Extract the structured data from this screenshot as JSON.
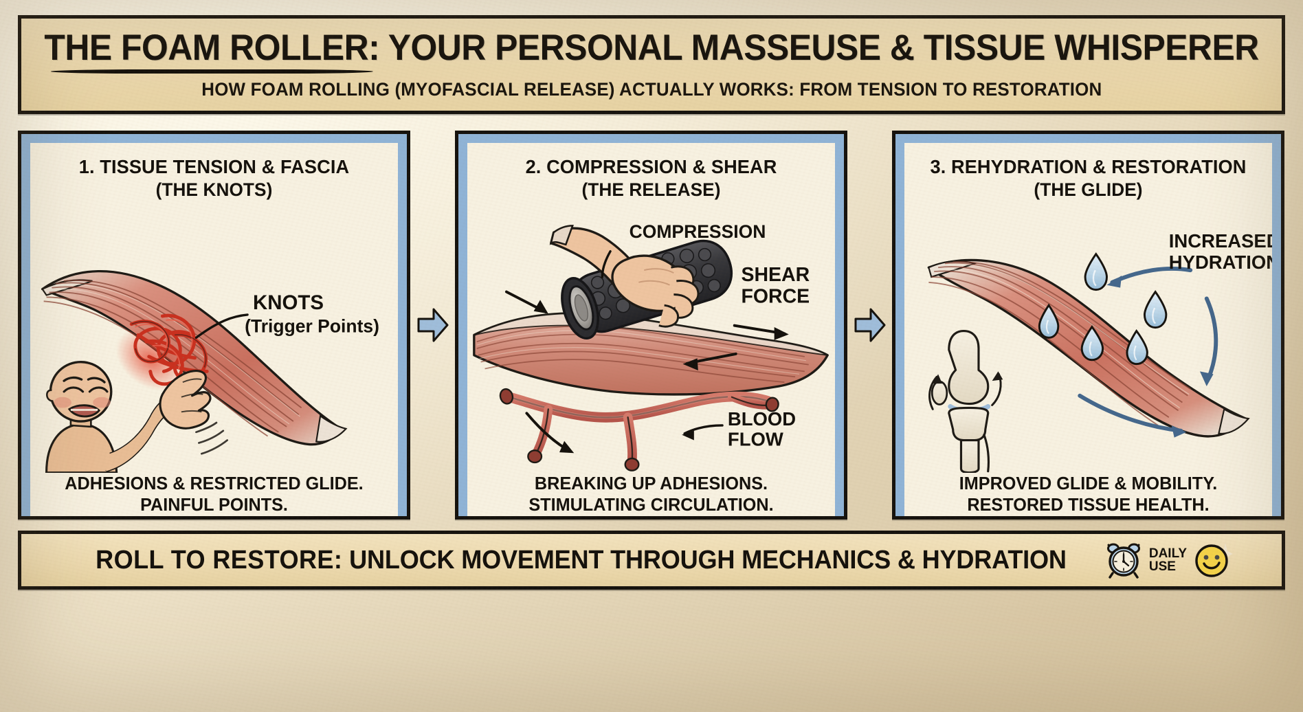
{
  "header": {
    "title_underlined": "THE FOAM ROLLER:",
    "title_rest": " YOUR PERSONAL MASSEUSE & TISSUE WHISPERER",
    "subtitle": "HOW FOAM ROLLING (MYOFASCIAL RELEASE) ACTUALLY WORKS: FROM TENSION TO RESTORATION"
  },
  "panels": [
    {
      "title": "1. TISSUE TENSION & FASCIA",
      "subtitle": "(THE KNOTS)",
      "annotations": {
        "knots": "KNOTS",
        "knots_sub": "(Trigger Points)"
      },
      "caption_line1": "ADHESIONS & RESTRICTED GLIDE.",
      "caption_line2": "PAINFUL POINTS."
    },
    {
      "title": "2. COMPRESSION & SHEAR",
      "subtitle": "(THE RELEASE)",
      "annotations": {
        "compression": "COMPRESSION",
        "shear_l1": "SHEAR",
        "shear_l2": "FORCE",
        "blood_l1": "BLOOD",
        "blood_l2": "FLOW"
      },
      "caption_line1": "BREAKING UP ADHESIONS.",
      "caption_line2": "STIMULATING CIRCULATION."
    },
    {
      "title": "3. REHYDRATION & RESTORATION",
      "subtitle": "(THE GLIDE)",
      "annotations": {
        "hydration_l1": "INCREASED",
        "hydration_l2": "HYDRATION"
      },
      "caption_line1": "IMPROVED GLIDE & MOBILITY.",
      "caption_line2": "RESTORED TISSUE HEALTH."
    }
  ],
  "footer": {
    "lead": "ROLL TO RESTORE:",
    "rest": " UNLOCK MOVEMENT THROUGH MECHANICS & HYDRATION",
    "badge_line1": "DAILY",
    "badge_line2": "USE"
  },
  "colors": {
    "paper": "#f3ead6",
    "panel_bg": "#f7f1e1",
    "panel_border_blue": "#8fb3d6",
    "ink": "#14110c",
    "banner": "#ecd9ae",
    "muscle_red": "#cf7b6b",
    "muscle_dark": "#a8533f",
    "knot_red": "#d13a2c",
    "roller_dark": "#3a3a3c",
    "skin": "#e8bd95",
    "water_blue": "#b8d3e8",
    "arrow_blue": "#9fbdda",
    "flow_blue": "#44678c",
    "smiley_yellow": "#f4d34a"
  }
}
